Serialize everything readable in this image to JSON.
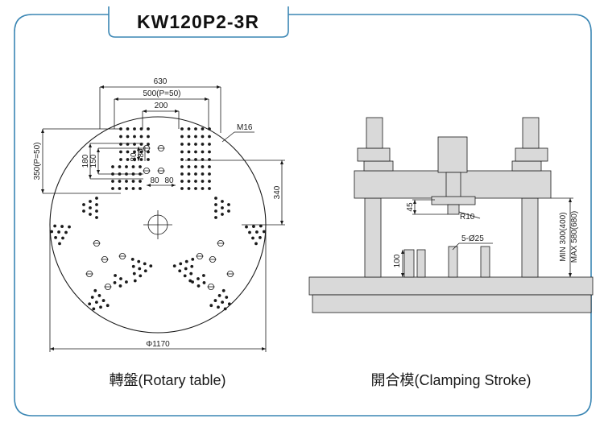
{
  "title": "KW120P2-3R",
  "rotary": {
    "caption": "轉盤(Rotary table)",
    "dims": {
      "d630": "630",
      "d500": "500(P=50)",
      "d200": "200",
      "m16": "M16",
      "d350": "350(P=50)",
      "d180": "180",
      "d150": "150",
      "d80v": "80",
      "d80hv": "80",
      "d80a": "80",
      "d80b": "80",
      "d340": "340",
      "phi1170": "Φ1170"
    }
  },
  "clamping": {
    "caption": "開合模(Clamping Stroke)",
    "dims": {
      "d45": "45",
      "r10": "R10",
      "holes": "5-Ø25",
      "d100": "100",
      "min": "MIN 300(400)",
      "max": "MAX 580(680)"
    }
  },
  "colors": {
    "frame": "#3a86b4",
    "line": "#1a1a1a",
    "fill": "#d9d9d9"
  }
}
